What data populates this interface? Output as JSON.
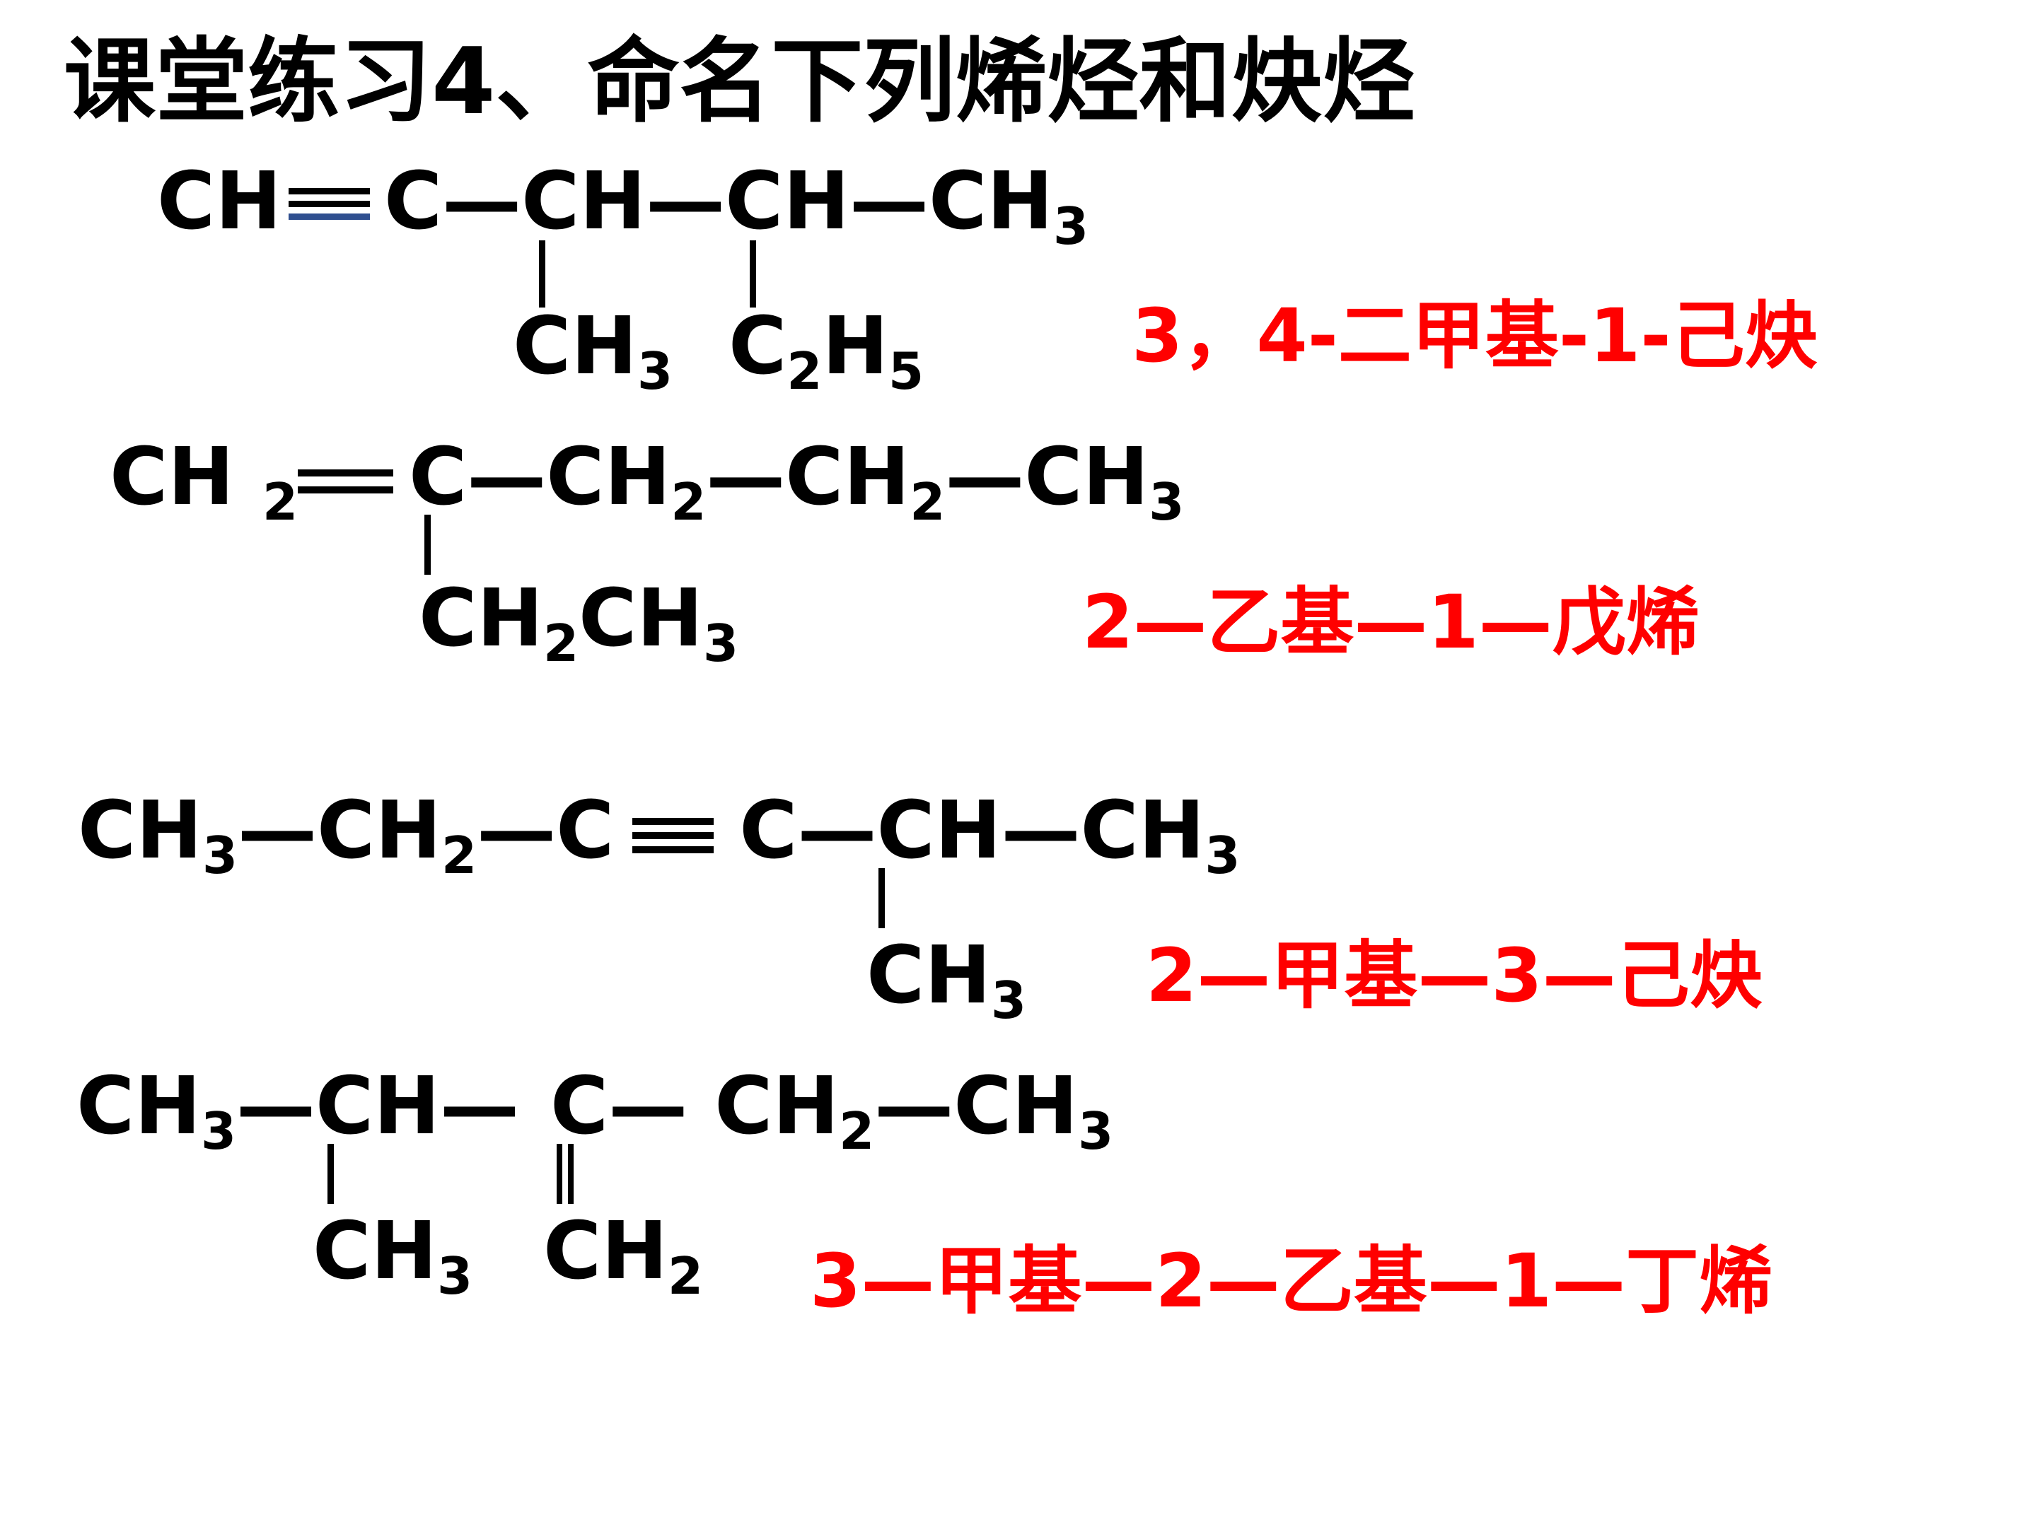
{
  "title": "课堂练习4、命名下列烯烃和炔烃",
  "formulas": {
    "f1": {
      "main": {
        "a": "CH",
        "b": "C",
        "d1": "—",
        "c": "CH",
        "d2": "—",
        "e": "CH",
        "d3": "—",
        "g": "CH",
        "g3": "3"
      },
      "sub1": {
        "t": "CH",
        "s": "3"
      },
      "sub2": {
        "t": "C",
        "s": "2",
        "t2": "H",
        "s2": "5"
      }
    },
    "f2": {
      "main": {
        "a": "CH",
        "a2": "2",
        "b": "C",
        "d1": "—",
        "c": "CH",
        "c2": "2",
        "d2": "—",
        "e": "CH",
        "e2": "2",
        "d3": "—",
        "g": "CH",
        "g3": "3"
      },
      "sub1": {
        "t": "CH",
        "s": "2",
        "t2": "CH",
        "s2": "3"
      }
    },
    "f3": {
      "main": {
        "a": "CH",
        "a3": "3",
        "d0": "—",
        "b": "CH",
        "b2": "2",
        "d1": "—",
        "c": "C",
        "e": "C",
        "d2": "—",
        "g": "CH",
        "d3": "—",
        "h": "CH",
        "h3": "3"
      },
      "sub1": {
        "t": "CH",
        "s": "3"
      }
    },
    "f4": {
      "main": {
        "a": "CH",
        "a3": "3",
        "d0": "—",
        "b": "CH",
        "d1": "—",
        "c": "C",
        "d2": "—",
        "e": "CH",
        "e2": "2",
        "d3": "—",
        "g": "CH",
        "g3": "3"
      },
      "sub1": {
        "t": "CH",
        "s": "3"
      },
      "sub2": {
        "t": "CH",
        "s": "2"
      }
    }
  },
  "names": {
    "n1": "3，4-二甲基-1-己炔",
    "n2": "2—乙基—1—戊烯",
    "n3": "2—甲基—3—己炔",
    "n4": "3—甲基—2—乙基—1—丁烯"
  },
  "colors": {
    "text": "#000000",
    "answer": "#ff0000",
    "triple_bond_accent": "#2f4f8f"
  }
}
